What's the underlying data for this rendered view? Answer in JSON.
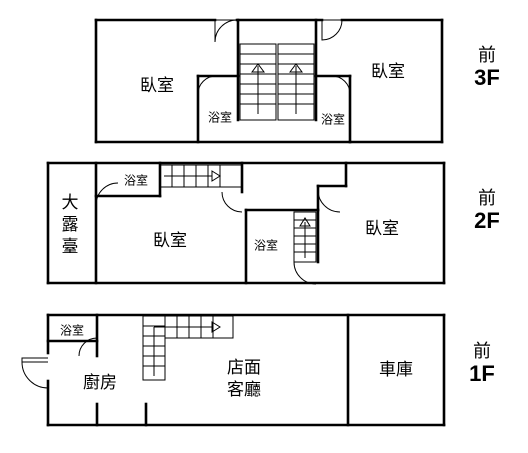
{
  "floors": {
    "f3": {
      "front": "前",
      "floor": "3F",
      "bedroom_left": "臥室",
      "bedroom_right": "臥室",
      "bath_left": "浴室",
      "bath_right": "浴室"
    },
    "f2": {
      "front": "前",
      "floor": "2F",
      "terrace_line1": "大",
      "terrace_line2": "露",
      "terrace_line3": "臺",
      "bath_top": "浴室",
      "bedroom_left": "臥室",
      "bath_mid": "浴室",
      "bedroom_right": "臥室"
    },
    "f1": {
      "front": "前",
      "floor": "1F",
      "bath": "浴室",
      "kitchen": "廚房",
      "shop_line1": "店面",
      "shop_line2": "客廳",
      "garage": "車庫"
    }
  }
}
